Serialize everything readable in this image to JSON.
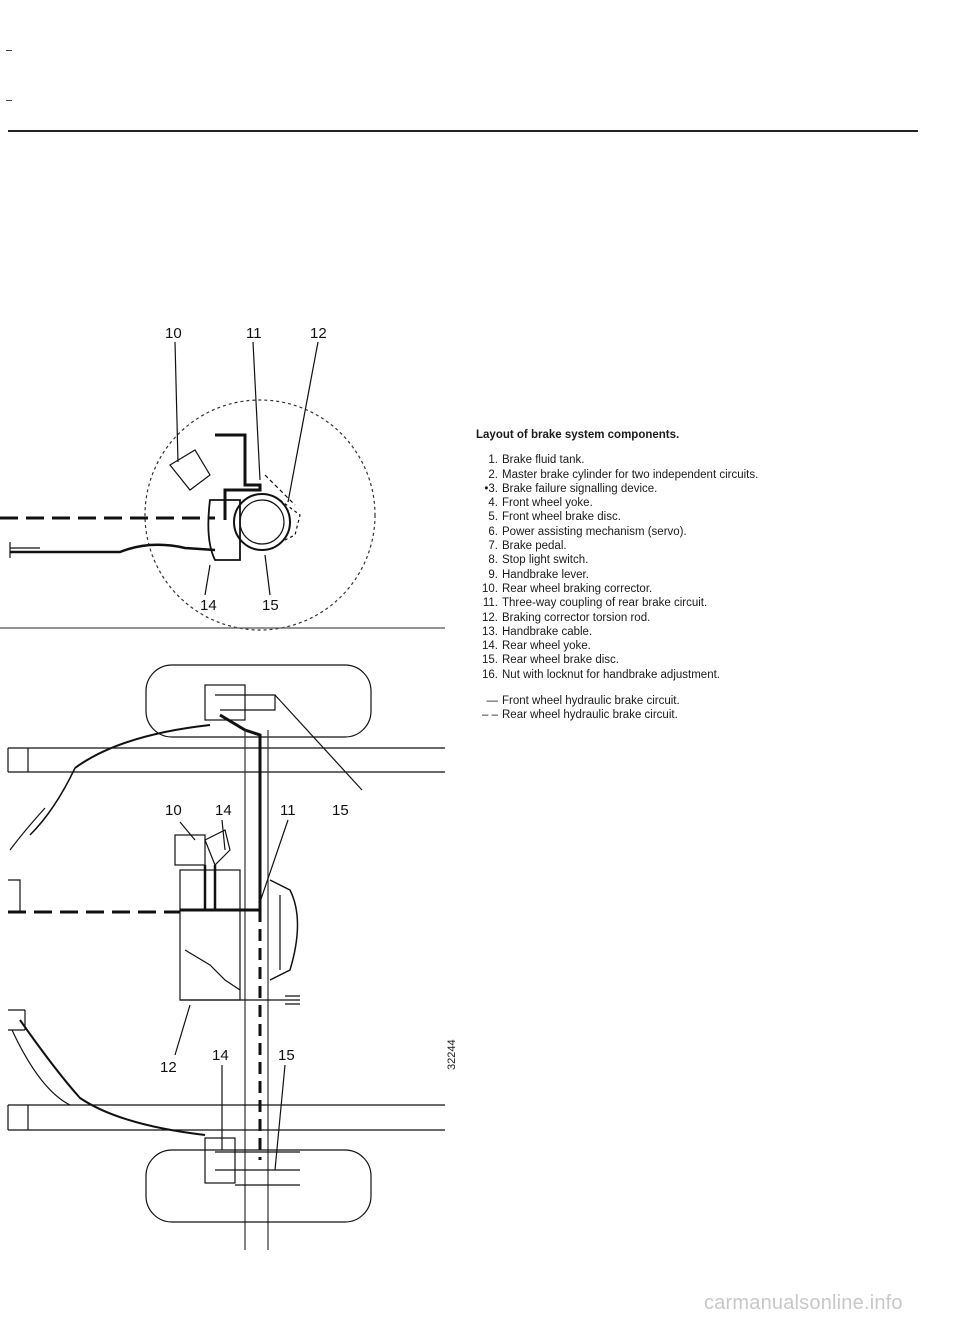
{
  "caption": {
    "title": "Layout of brake system components.",
    "items": [
      {
        "num": "1.",
        "text": "Brake fluid tank."
      },
      {
        "num": "2.",
        "text": "Master brake cylinder for two independent circuits."
      },
      {
        "num": "•3.",
        "text": "Brake failure signalling device."
      },
      {
        "num": "4.",
        "text": "Front wheel yoke."
      },
      {
        "num": "5.",
        "text": "Front wheel brake disc."
      },
      {
        "num": "6.",
        "text": "Power assisting mechanism (servo)."
      },
      {
        "num": "7.",
        "text": "Brake pedal."
      },
      {
        "num": "8.",
        "text": "Stop light switch."
      },
      {
        "num": "9.",
        "text": "Handbrake lever."
      },
      {
        "num": "10.",
        "text": "Rear wheel braking corrector."
      },
      {
        "num": "11.",
        "text": "Three-way coupling of rear brake circuit."
      },
      {
        "num": "12.",
        "text": "Braking corrector torsion rod."
      },
      {
        "num": "13.",
        "text": "Handbrake cable."
      },
      {
        "num": "14.",
        "text": "Rear wheel yoke."
      },
      {
        "num": "15.",
        "text": "Rear wheel brake disc."
      },
      {
        "num": "16.",
        "text": "Nut with locknut for handbrake adjustment."
      }
    ],
    "legend": [
      {
        "symbol": "—",
        "text": "Front wheel hydraulic brake circuit."
      },
      {
        "symbol": "– –",
        "text": "Rear wheel hydraulic brake circuit."
      }
    ]
  },
  "callouts": {
    "top": [
      "10",
      "11",
      "12",
      "14",
      "15"
    ],
    "middle": [
      "10",
      "14",
      "11",
      "15"
    ],
    "bottom": [
      "12",
      "14",
      "15"
    ]
  },
  "figure_ref": "32244",
  "watermark": "carmanualsonline.info"
}
